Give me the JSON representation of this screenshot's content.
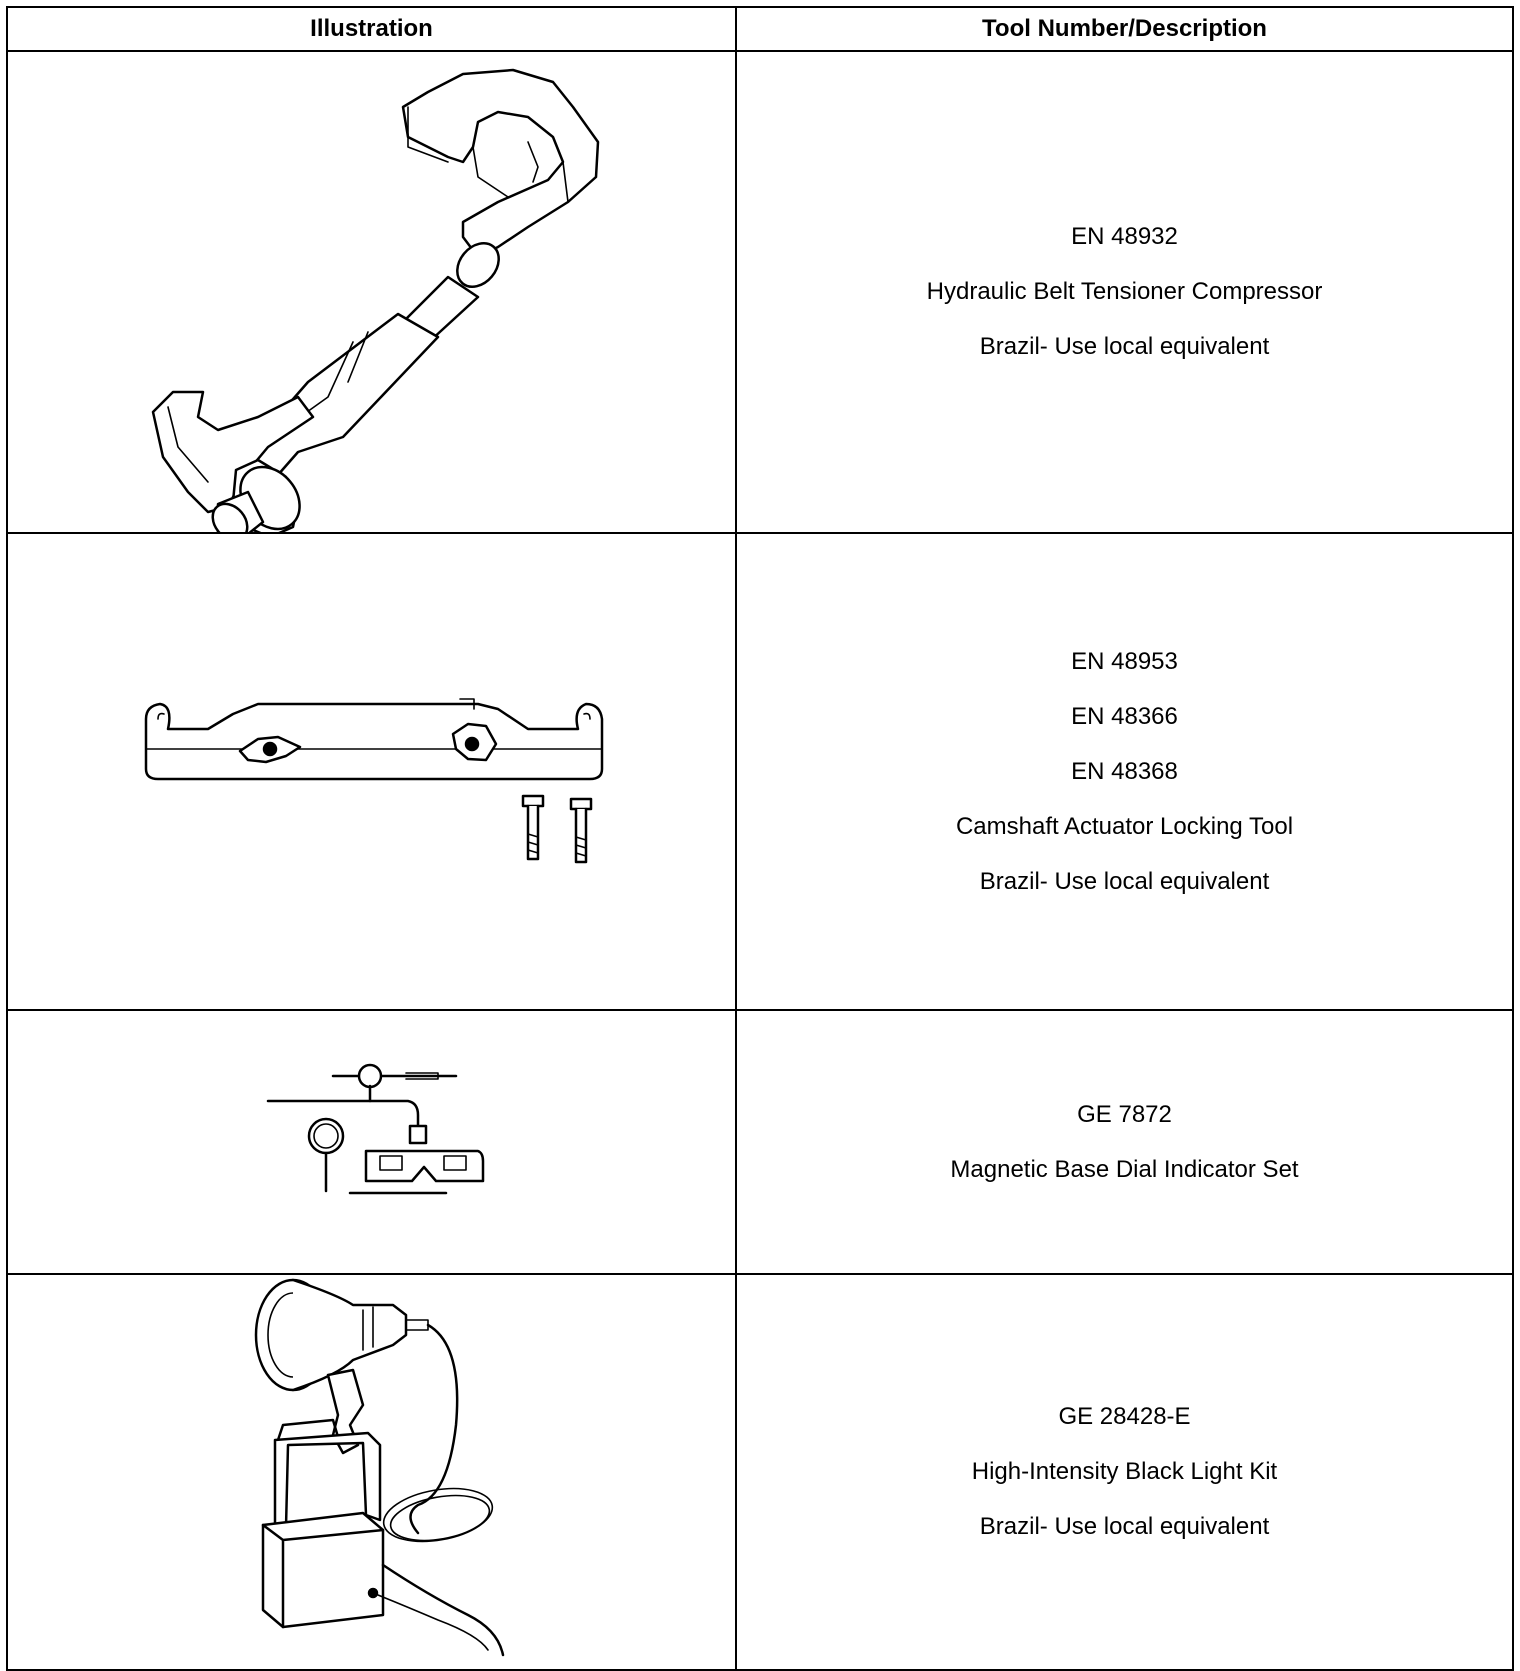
{
  "header": {
    "col1": "Illustration",
    "col2": "Tool Number/Description"
  },
  "rows": [
    {
      "lines": [
        "EN 48932",
        "Hydraulic Belt Tensioner Compressor",
        "Brazil- Use local equivalent"
      ],
      "illustration": "belt-tensioner-compressor-illustration"
    },
    {
      "lines": [
        "EN 48953",
        "EN 48366",
        "EN 48368",
        "Camshaft Actuator Locking Tool",
        "Brazil- Use local equivalent"
      ],
      "illustration": "camshaft-locking-tool-illustration"
    },
    {
      "lines": [
        "GE 7872",
        "Magnetic Base Dial Indicator Set"
      ],
      "illustration": "dial-indicator-set-illustration"
    },
    {
      "lines": [
        "GE 28428-E",
        "High-Intensity Black Light Kit",
        "Brazil- Use local equivalent"
      ],
      "illustration": "black-light-kit-illustration"
    }
  ]
}
